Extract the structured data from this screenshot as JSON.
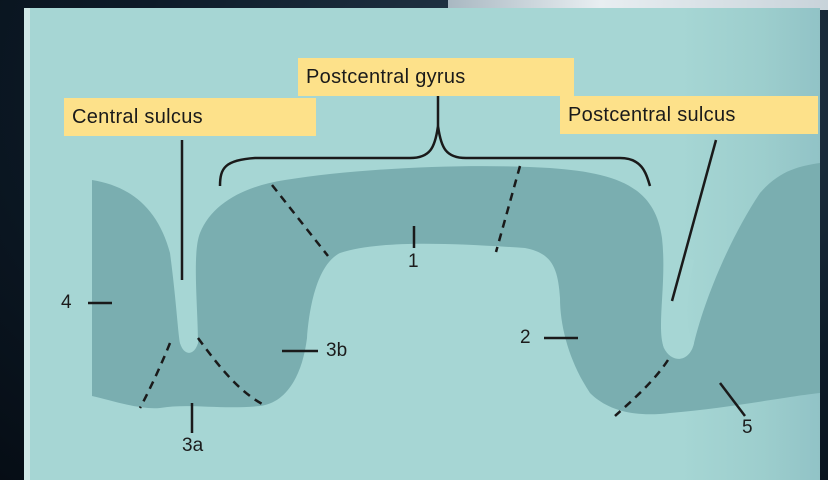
{
  "labels": {
    "central_sulcus": "Central sulcus",
    "postcentral_gyrus": "Postcentral gyrus",
    "postcentral_sulcus": "Postcentral sulcus"
  },
  "areas": {
    "a1": "1",
    "a2": "2",
    "a3a": "3a",
    "a3b": "3b",
    "a4": "4",
    "a5": "5"
  },
  "colors": {
    "slide_background": "#a6d6d4",
    "cortex_fill": "#7aaeb0",
    "label_highlight": "#fde18a",
    "line": "#1a1a1a"
  }
}
